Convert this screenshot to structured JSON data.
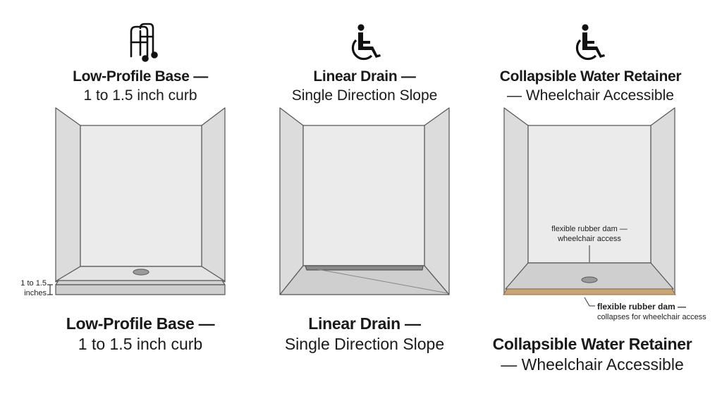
{
  "colors": {
    "wall_back": "#ebebeb",
    "wall_side": "#dcdcdc",
    "floor": "#cfcfcf",
    "outline": "#555555",
    "drain": "#9a9a9a",
    "rubber_dam": "#c9a477",
    "text": "#1a1a1a"
  },
  "panels": [
    {
      "icon": "walker-icon",
      "top_title": {
        "bold": "Low-Profile Base —",
        "normal": "1 to 1.5 inch curb"
      },
      "annotation": {
        "line1": "1 to 1.5",
        "line2": "inches"
      },
      "bottom_title": {
        "bold": "Low-Profile Base —",
        "normal": "1 to 1.5 inch curb"
      }
    },
    {
      "icon": "wheelchair-icon",
      "top_title": {
        "bold": "Linear Drain —",
        "normal": "Single Direction Slope"
      },
      "bottom_title": {
        "bold": "Linear Drain —",
        "normal": "Single Direction Slope"
      }
    },
    {
      "icon": "wheelchair-icon",
      "top_title": {
        "bold": "Collapsible Water Retainer",
        "normal": "— Wheelchair Accessible"
      },
      "inner_label": {
        "line1": "flexible rubber dam —",
        "line2": "wheelchair access"
      },
      "callout": {
        "bold": "flexible rubber dam —",
        "normal": "collapses for wheelchair access"
      },
      "bottom_title": {
        "bold": "Collapsible Water Retainer",
        "normal": "— Wheelchair Accessible"
      }
    }
  ]
}
